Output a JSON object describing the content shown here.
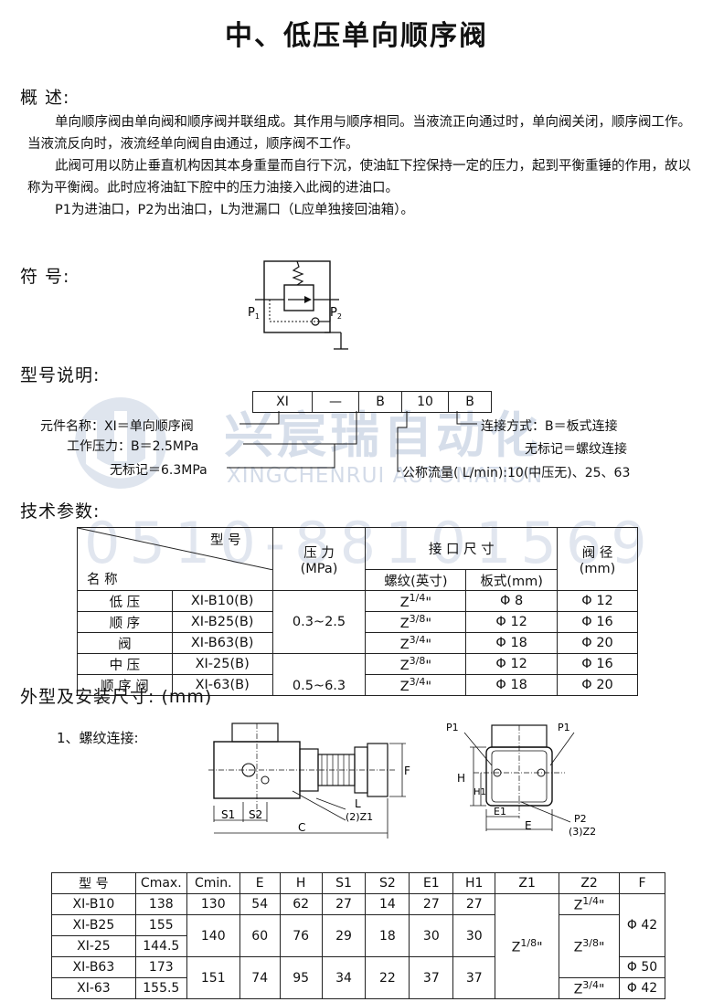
{
  "title": "中、低压单向顺序阀",
  "overview": {
    "heading": "概 述:",
    "p1": "单向顺序阀由单向阀和顺序阀并联组成。其作用与顺序相同。当液流正向通过时，单向阀关闭，顺序阀工作。当液流反向时，液流经单向阀自由通过，顺序阀不工作。",
    "p2": "此阀可用以防止垂直机构因其本身重量而自行下沉，使油缸下控保持一定的压力，起到平衡重锤的作用，故以称为平衡阀。此时应将油缸下腔中的压力油接入此阀的进油口。",
    "p3": "P1为进油口，P2为出油口，L为泄漏口（L应单独接回油箱）。"
  },
  "symbol": {
    "heading": "符 号:",
    "p1": "P",
    "p1_sub": "1",
    "p2": "P",
    "p2_sub": "2"
  },
  "model": {
    "heading": "型号说明:",
    "boxes": [
      "XI",
      "—",
      "B",
      "10",
      "B"
    ],
    "name": "元件名称：XI＝单向顺序阀",
    "pressure": "工作压力：B＝2.5MPa",
    "pressure_none": "无标记＝6.3MPa",
    "connection": "连接方式：B＝板式连接",
    "connection_none": "无标记＝螺纹连接",
    "flow": "公称流量( L/min):10(中压无)、25、63"
  },
  "watermark": {
    "cn": "兴宸瑞自动化",
    "en": "XINGCHENRUI AUTOMATION",
    "tel": "0510-88101569"
  },
  "tech": {
    "heading": "技术参数:",
    "h_model": "型 号",
    "h_name": "名 称",
    "h_pressure": "压 力",
    "h_pressure_unit": "(MPa)",
    "h_port": "接 口 尺 寸",
    "h_thread": "螺纹(英寸)",
    "h_plate": "板式(mm)",
    "h_dia": "阀 径",
    "h_dia_unit": "(mm)",
    "rows": [
      {
        "name": "低 压",
        "model": "XI-B10(B)",
        "thread_base": "Z",
        "thread_sup": "1/4",
        "thread_suffix": "\"",
        "plate": "Φ 8",
        "dia": "Φ 12"
      },
      {
        "name": "顺 序",
        "model": "XI-B25(B)",
        "thread_base": "Z",
        "thread_sup": "3/8",
        "thread_suffix": "\"",
        "plate": "Φ 12",
        "dia": "Φ 16"
      },
      {
        "name": "阀",
        "model": "XI-B63(B)",
        "thread_base": "Z",
        "thread_sup": "3/4",
        "thread_suffix": "\"",
        "plate": "Φ 18",
        "dia": "Φ 20"
      },
      {
        "name": "中 压",
        "model": "XI-25(B)",
        "thread_base": "Z",
        "thread_sup": "3/8",
        "thread_suffix": "\"",
        "plate": "Φ 12",
        "dia": "Φ 16"
      },
      {
        "name": "顺 序 阀",
        "model": "XI-63(B)",
        "thread_base": "Z",
        "thread_sup": "3/4",
        "thread_suffix": "\"",
        "plate": "Φ 18",
        "dia": "Φ 20"
      }
    ],
    "pressure_low": "0.3~2.5",
    "pressure_mid": "0.5~6.3"
  },
  "dims": {
    "heading": "外型及安装尺寸: (mm)",
    "sub": "1、螺纹连接:",
    "draw1": {
      "s1": "S1",
      "s2": "S2",
      "c": "C",
      "f": "F",
      "l": "L",
      "z1": "(2)Z1"
    },
    "draw2": {
      "p1a": "P1",
      "p1b": "P1",
      "h": "H",
      "h1": "H1",
      "e1": "E1",
      "e": "E",
      "p2": "P2",
      "z2": "(3)Z2"
    }
  },
  "dim_table": {
    "headers": [
      "型 号",
      "Cmax.",
      "Cmin.",
      "E",
      "H",
      "S1",
      "S2",
      "E1",
      "H1",
      "Z1",
      "Z2",
      "F"
    ],
    "rows": [
      {
        "model": "XI-B10",
        "cmax": "138",
        "cmin": "130",
        "e": "54",
        "h": "62",
        "s1": "27",
        "s2": "14",
        "e1": "27",
        "h1": "27"
      },
      {
        "model": "XI-B25",
        "cmax": "155"
      },
      {
        "model": "XI-25",
        "cmax": "144.5",
        "cmin": "140",
        "e": "60",
        "h": "76",
        "s1": "29",
        "s2": "18",
        "e1": "30",
        "h1": "30"
      },
      {
        "model": "XI-B63",
        "cmax": "173"
      },
      {
        "model": "XI-63",
        "cmax": "155.5",
        "cmin": "151",
        "e": "74",
        "h": "95",
        "s1": "34",
        "s2": "22",
        "e1": "37",
        "h1": "37"
      }
    ],
    "z1": {
      "base": "Z",
      "sup": "1/8",
      "suffix": "\""
    },
    "z2": [
      {
        "base": "Z",
        "sup": "1/4",
        "suffix": "\""
      },
      {
        "base": "Z",
        "sup": "3/8",
        "suffix": "\""
      },
      {
        "base": "Z",
        "sup": "3/4",
        "suffix": "\""
      }
    ],
    "f": [
      "Φ 42",
      "Φ 50",
      "Φ 42"
    ]
  }
}
